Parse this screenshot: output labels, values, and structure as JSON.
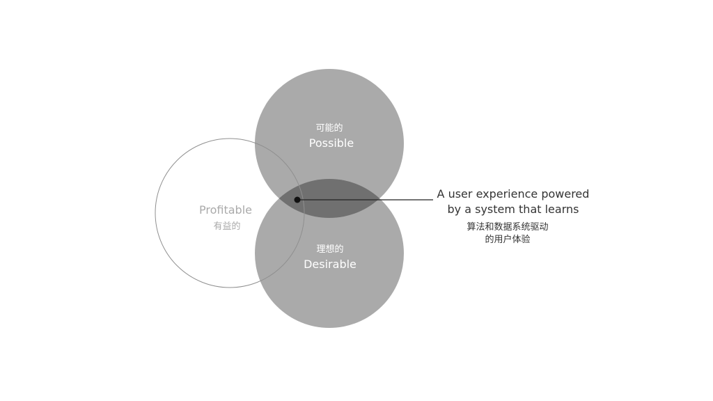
{
  "circles": {
    "possible": {
      "zh": "可能的",
      "en": "Possible"
    },
    "desirable": {
      "zh": "理想的",
      "en": "Desirable"
    },
    "profitable": {
      "en": "Profitable",
      "zh": "有益的"
    }
  },
  "callout": {
    "en_line1": "A user experience powered",
    "en_line2": "by a system that learns",
    "zh_line1": "算法和数据系统驱动",
    "zh_line2": "的用户体验"
  },
  "colors": {
    "main_circle_fill": "#aaaaaa",
    "intersection_fill": "#707070",
    "outline_stroke": "#8f8f8f",
    "leader_line": "#222222",
    "white_label": "#ffffff",
    "grey_label": "#aaaaaa",
    "dark_label": "#333333"
  }
}
